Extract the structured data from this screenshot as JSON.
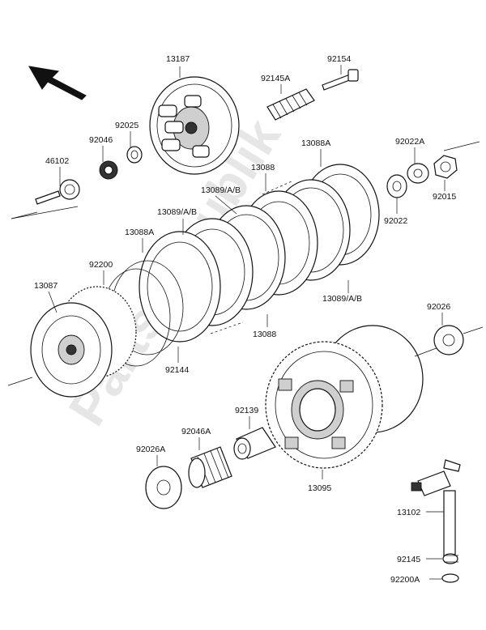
{
  "watermark": "PartsRepublik",
  "direction_arrow": "front-arrow-icon",
  "part_labels": [
    {
      "id": "p13187",
      "number": "13187"
    },
    {
      "id": "p92154",
      "number": "92154"
    },
    {
      "id": "p92145A",
      "number": "92145A"
    },
    {
      "id": "p92025",
      "number": "92025"
    },
    {
      "id": "p92046",
      "number": "92046"
    },
    {
      "id": "p46102",
      "number": "46102"
    },
    {
      "id": "p13088A_top",
      "number": "13088A"
    },
    {
      "id": "p13088_top",
      "number": "13088"
    },
    {
      "id": "p13089AB_1",
      "number": "13089/A/B"
    },
    {
      "id": "p13089AB_2",
      "number": "13089/A/B"
    },
    {
      "id": "p13088A_left",
      "number": "13088A"
    },
    {
      "id": "p92022A",
      "number": "92022A"
    },
    {
      "id": "p92015",
      "number": "92015"
    },
    {
      "id": "p92022",
      "number": "92022"
    },
    {
      "id": "p92200",
      "number": "92200"
    },
    {
      "id": "p13087",
      "number": "13087"
    },
    {
      "id": "p13089AB_3",
      "number": "13089/A/B"
    },
    {
      "id": "p13088_bottom",
      "number": "13088"
    },
    {
      "id": "p92144",
      "number": "92144"
    },
    {
      "id": "p92026",
      "number": "92026"
    },
    {
      "id": "p92139",
      "number": "92139"
    },
    {
      "id": "p92046A",
      "number": "92046A"
    },
    {
      "id": "p92026A",
      "number": "92026A"
    },
    {
      "id": "p13095",
      "number": "13095"
    },
    {
      "id": "p13102",
      "number": "13102"
    },
    {
      "id": "p92145",
      "number": "92145"
    },
    {
      "id": "p92200A",
      "number": "92200A"
    }
  ]
}
